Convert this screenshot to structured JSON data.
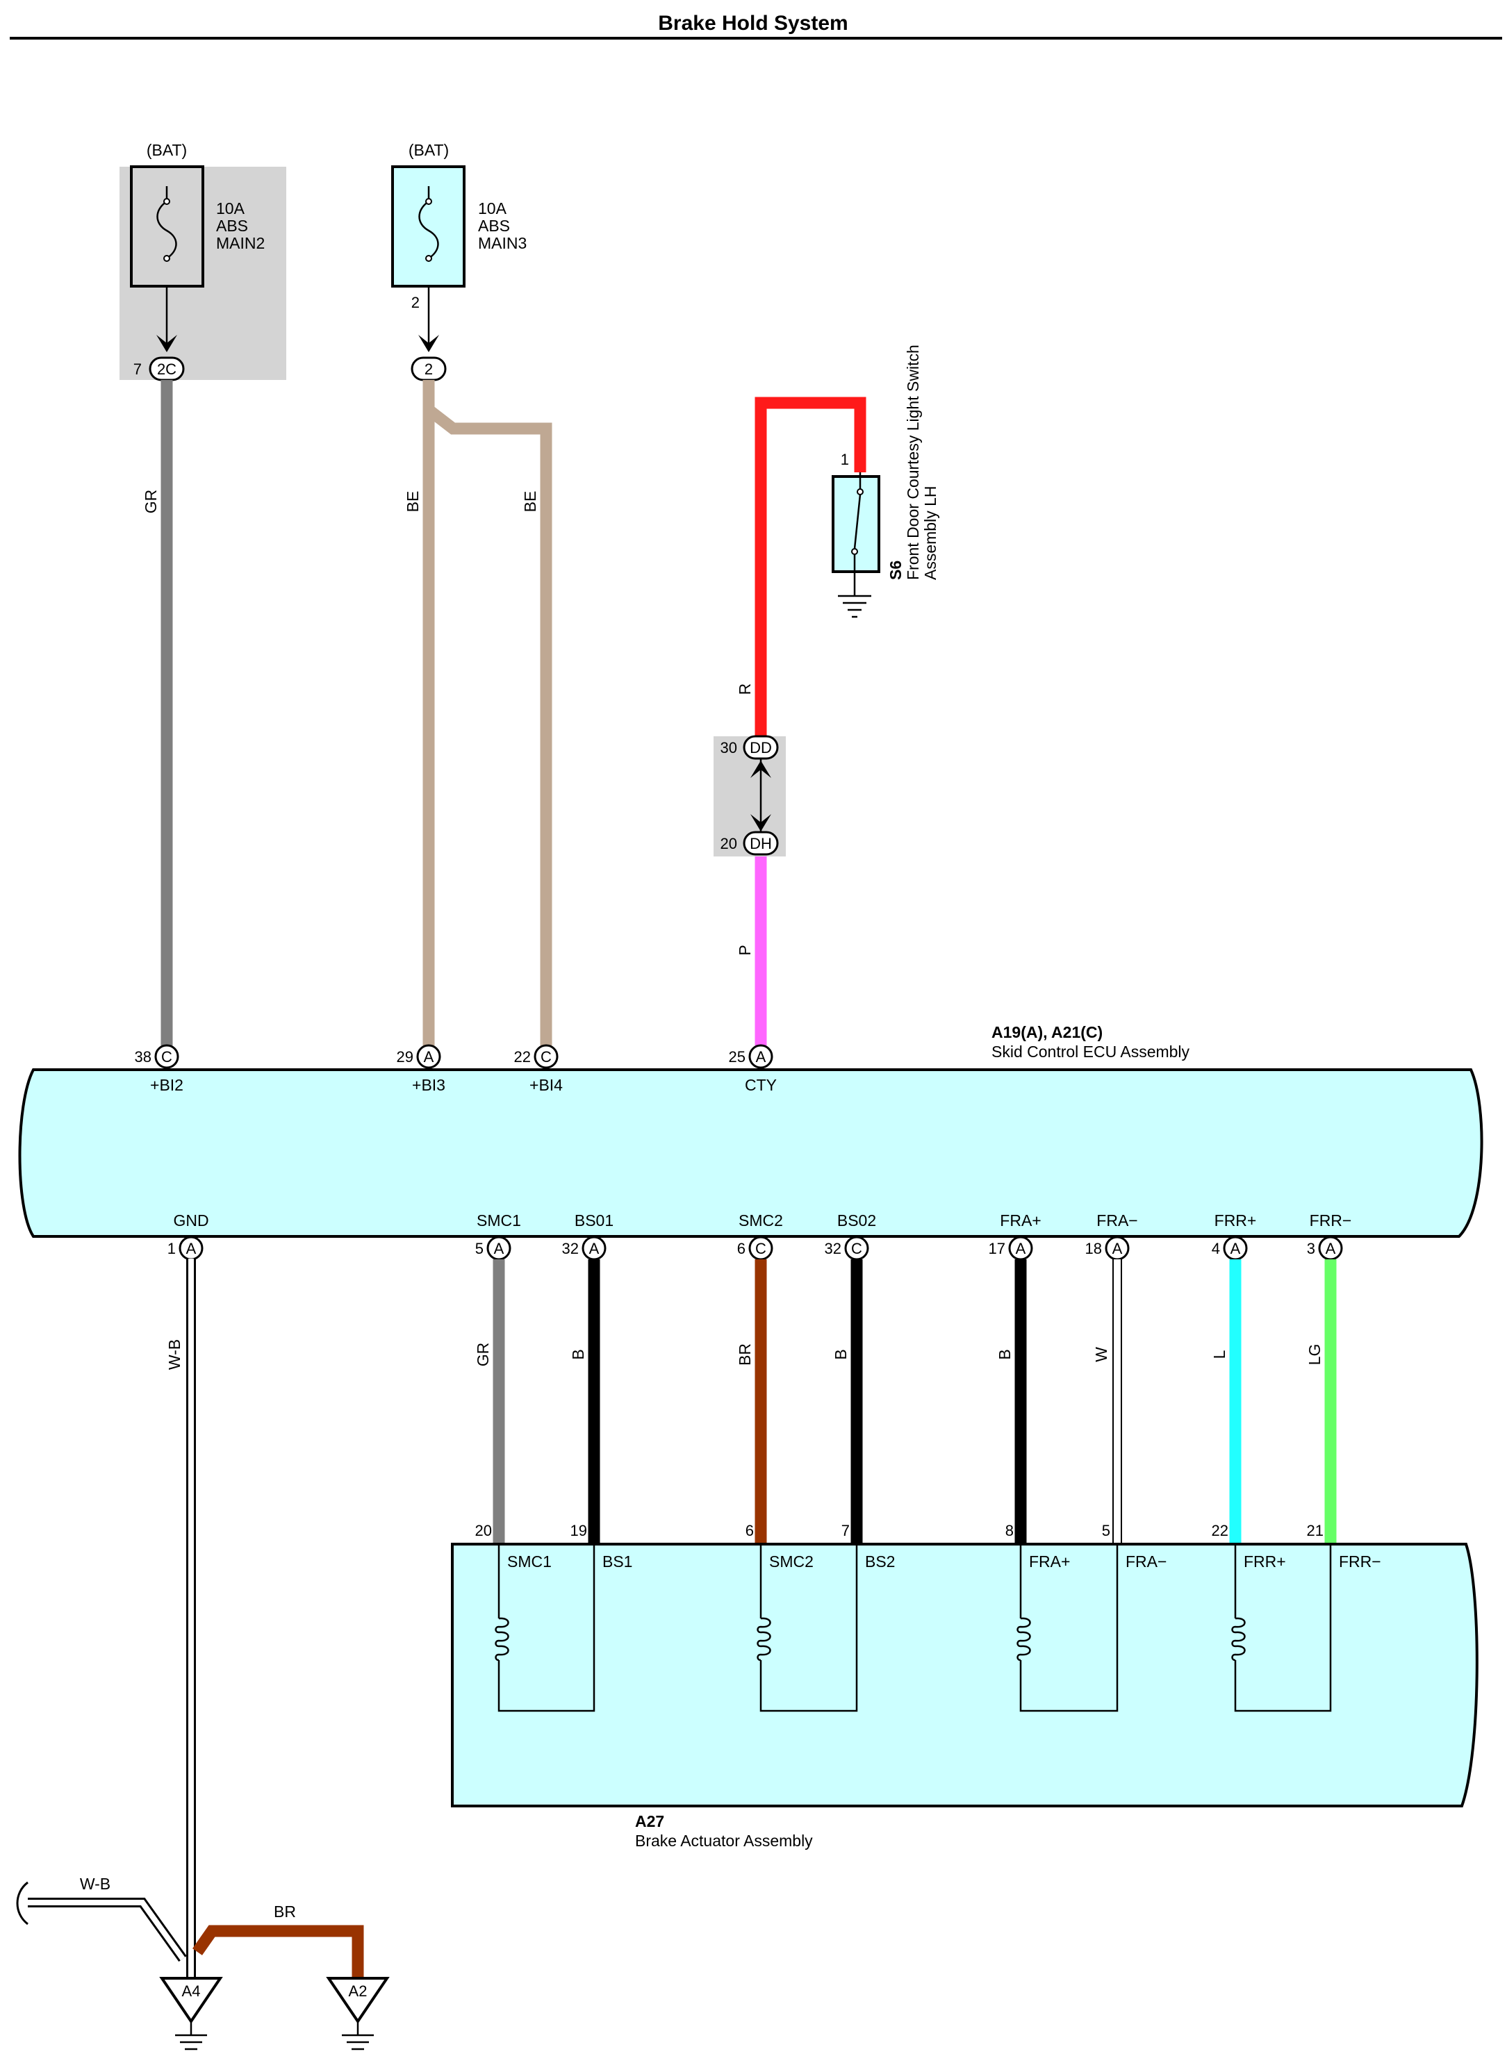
{
  "title": "Brake Hold System",
  "fuses": [
    {
      "supply": "(BAT)",
      "rating": "10A",
      "line2": "ABS",
      "line3": "MAIN2",
      "connector": "2C",
      "pin": "7"
    },
    {
      "supply": "(BAT)",
      "rating": "10A",
      "line2": "ABS",
      "line3": "MAIN3",
      "connector": "2",
      "pin": "2"
    }
  ],
  "switch": {
    "id": "S6",
    "name_line1": "Front Door Courtesy Light Switch",
    "name_line2": "Assembly LH",
    "pin": "1"
  },
  "junction": {
    "top_pin": "30",
    "top_conn": "DD",
    "bottom_pin": "20",
    "bottom_conn": "DH"
  },
  "wire_colors": {
    "GR": "#7f7f7f",
    "BE": "#bfa893",
    "R": "#ff1a1a",
    "P": "#ff66ff",
    "B": "#000000",
    "BR": "#993300",
    "W": "#ffffff",
    "L": "#22ffff",
    "LG": "#66ff66",
    "W-B": "#ffffff"
  },
  "ecu": {
    "id": "A19(A), A21(C)",
    "name": "Skid Control ECU Assembly",
    "fill": "#ccffff",
    "top_terminals": [
      {
        "pin": "38",
        "conn": "C",
        "label": "+BI2",
        "wire": "GR"
      },
      {
        "pin": "29",
        "conn": "A",
        "label": "+BI3",
        "wire": "BE"
      },
      {
        "pin": "22",
        "conn": "C",
        "label": "+BI4",
        "wire": "BE"
      },
      {
        "pin": "25",
        "conn": "A",
        "label": "CTY",
        "wire": "P"
      }
    ],
    "bottom_terminals": [
      {
        "pin": "1",
        "conn": "A",
        "label": "GND",
        "wire": "W-B"
      },
      {
        "pin": "5",
        "conn": "A",
        "label": "SMC1",
        "wire": "GR"
      },
      {
        "pin": "32",
        "conn": "A",
        "label": "BS01",
        "wire": "B"
      },
      {
        "pin": "6",
        "conn": "C",
        "label": "SMC2",
        "wire": "BR"
      },
      {
        "pin": "32",
        "conn": "C",
        "label": "BS02",
        "wire": "B"
      },
      {
        "pin": "17",
        "conn": "A",
        "label": "FRA+",
        "wire": "B"
      },
      {
        "pin": "18",
        "conn": "A",
        "label": "FRA−",
        "wire": "W"
      },
      {
        "pin": "4",
        "conn": "A",
        "label": "FRR+",
        "wire": "L"
      },
      {
        "pin": "3",
        "conn": "A",
        "label": "FRR−",
        "wire": "LG"
      }
    ]
  },
  "wire_labels_upper": [
    "GR",
    "BE",
    "BE",
    "R",
    "P"
  ],
  "actuator": {
    "id": "A27",
    "name": "Brake Actuator Assembly",
    "terminals": [
      {
        "pin": "20",
        "label": "SMC1"
      },
      {
        "pin": "19",
        "label": "BS1"
      },
      {
        "pin": "6",
        "label": "SMC2"
      },
      {
        "pin": "7",
        "label": "BS2"
      },
      {
        "pin": "8",
        "label": "FRA+"
      },
      {
        "pin": "5",
        "label": "FRA−"
      },
      {
        "pin": "22",
        "label": "FRR+"
      },
      {
        "pin": "21",
        "label": "FRR−"
      }
    ]
  },
  "grounds": [
    {
      "id": "A4",
      "wire_in": "W-B",
      "wire_ecu": "W-B"
    },
    {
      "id": "A2",
      "wire": "BR"
    }
  ]
}
